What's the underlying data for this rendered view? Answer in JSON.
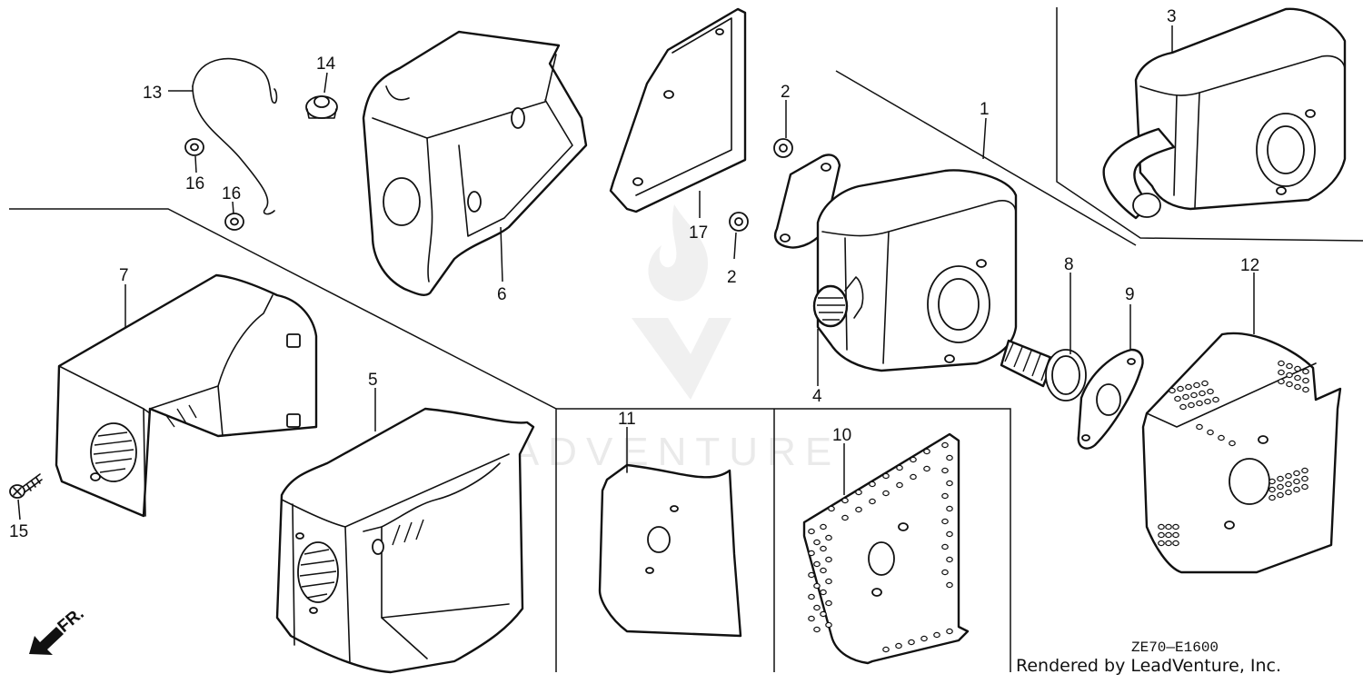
{
  "parts": [
    {
      "id": "p1",
      "label": "1"
    },
    {
      "id": "p2a",
      "label": "2"
    },
    {
      "id": "p2b",
      "label": "2"
    },
    {
      "id": "p3",
      "label": "3"
    },
    {
      "id": "p4",
      "label": "4"
    },
    {
      "id": "p5",
      "label": "5"
    },
    {
      "id": "p6",
      "label": "6"
    },
    {
      "id": "p7",
      "label": "7"
    },
    {
      "id": "p8",
      "label": "8"
    },
    {
      "id": "p9",
      "label": "9"
    },
    {
      "id": "p10",
      "label": "10"
    },
    {
      "id": "p11",
      "label": "11"
    },
    {
      "id": "p12",
      "label": "12"
    },
    {
      "id": "p13",
      "label": "13"
    },
    {
      "id": "p14",
      "label": "14"
    },
    {
      "id": "p15",
      "label": "15"
    },
    {
      "id": "p16a",
      "label": "16"
    },
    {
      "id": "p16b",
      "label": "16"
    },
    {
      "id": "p17",
      "label": "17"
    }
  ],
  "direction_label": "FR.",
  "diagram_code": "ZE70—E1600",
  "footer_text": "Rendered by LeadVenture, Inc.",
  "watermark_text": "LEADVENTURE",
  "colors": {
    "line": "#111111",
    "background": "#ffffff",
    "watermark": "#d9d9d9"
  }
}
